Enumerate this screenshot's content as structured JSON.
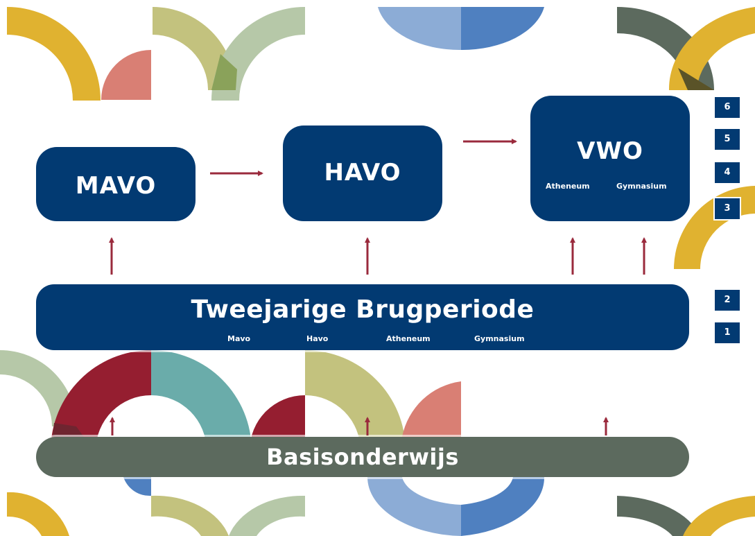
{
  "colors": {
    "navy": "#023a72",
    "basis_gray": "#5c6a5e",
    "arrow_red": "#9a2a3c",
    "decor_mustard": "#e0b230",
    "decor_salmon": "#d97f74",
    "decor_olive": "#c3c27e",
    "decor_sage": "#b6c8a8",
    "decor_green": "#8aa25a",
    "decor_blue_light": "#8cacd6",
    "decor_blue": "#4f80c0",
    "decor_dark_olive": "#5c6a5e",
    "decor_crimson": "#951e30",
    "decor_teal": "#6aacaa"
  },
  "boxes": {
    "mavo": {
      "title": "MAVO"
    },
    "havo": {
      "title": "HAVO"
    },
    "vwo": {
      "title": "VWO",
      "sub": [
        "Atheneum",
        "Gymnasium"
      ]
    },
    "brug": {
      "title": "Tweejarige Brugperiode",
      "sub": [
        "Mavo",
        "Havo",
        "Atheneum",
        "Gymnasium"
      ]
    },
    "basis": {
      "title": "Basisonderwijs"
    }
  },
  "years": [
    "6",
    "5",
    "4",
    "3",
    "2",
    "1"
  ]
}
